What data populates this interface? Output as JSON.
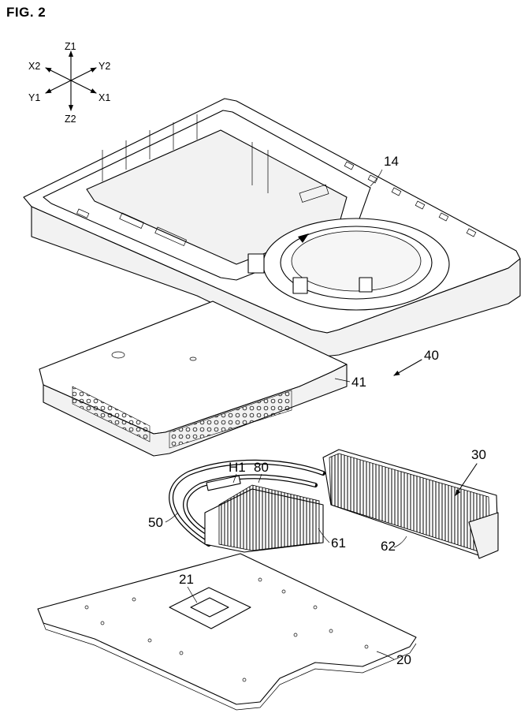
{
  "figure": {
    "title": "FIG. 2"
  },
  "axes": {
    "z1": "Z1",
    "z2": "Z2",
    "x1": "X1",
    "x2": "X2",
    "y1": "Y1",
    "y2": "Y2"
  },
  "labels": {
    "ref_14": "14",
    "ref_40": "40",
    "ref_41": "41",
    "ref_30": "30",
    "ref_h1": "H1",
    "ref_80": "80",
    "ref_50": "50",
    "ref_61": "61",
    "ref_62": "62",
    "ref_21": "21",
    "ref_20": "20"
  }
}
